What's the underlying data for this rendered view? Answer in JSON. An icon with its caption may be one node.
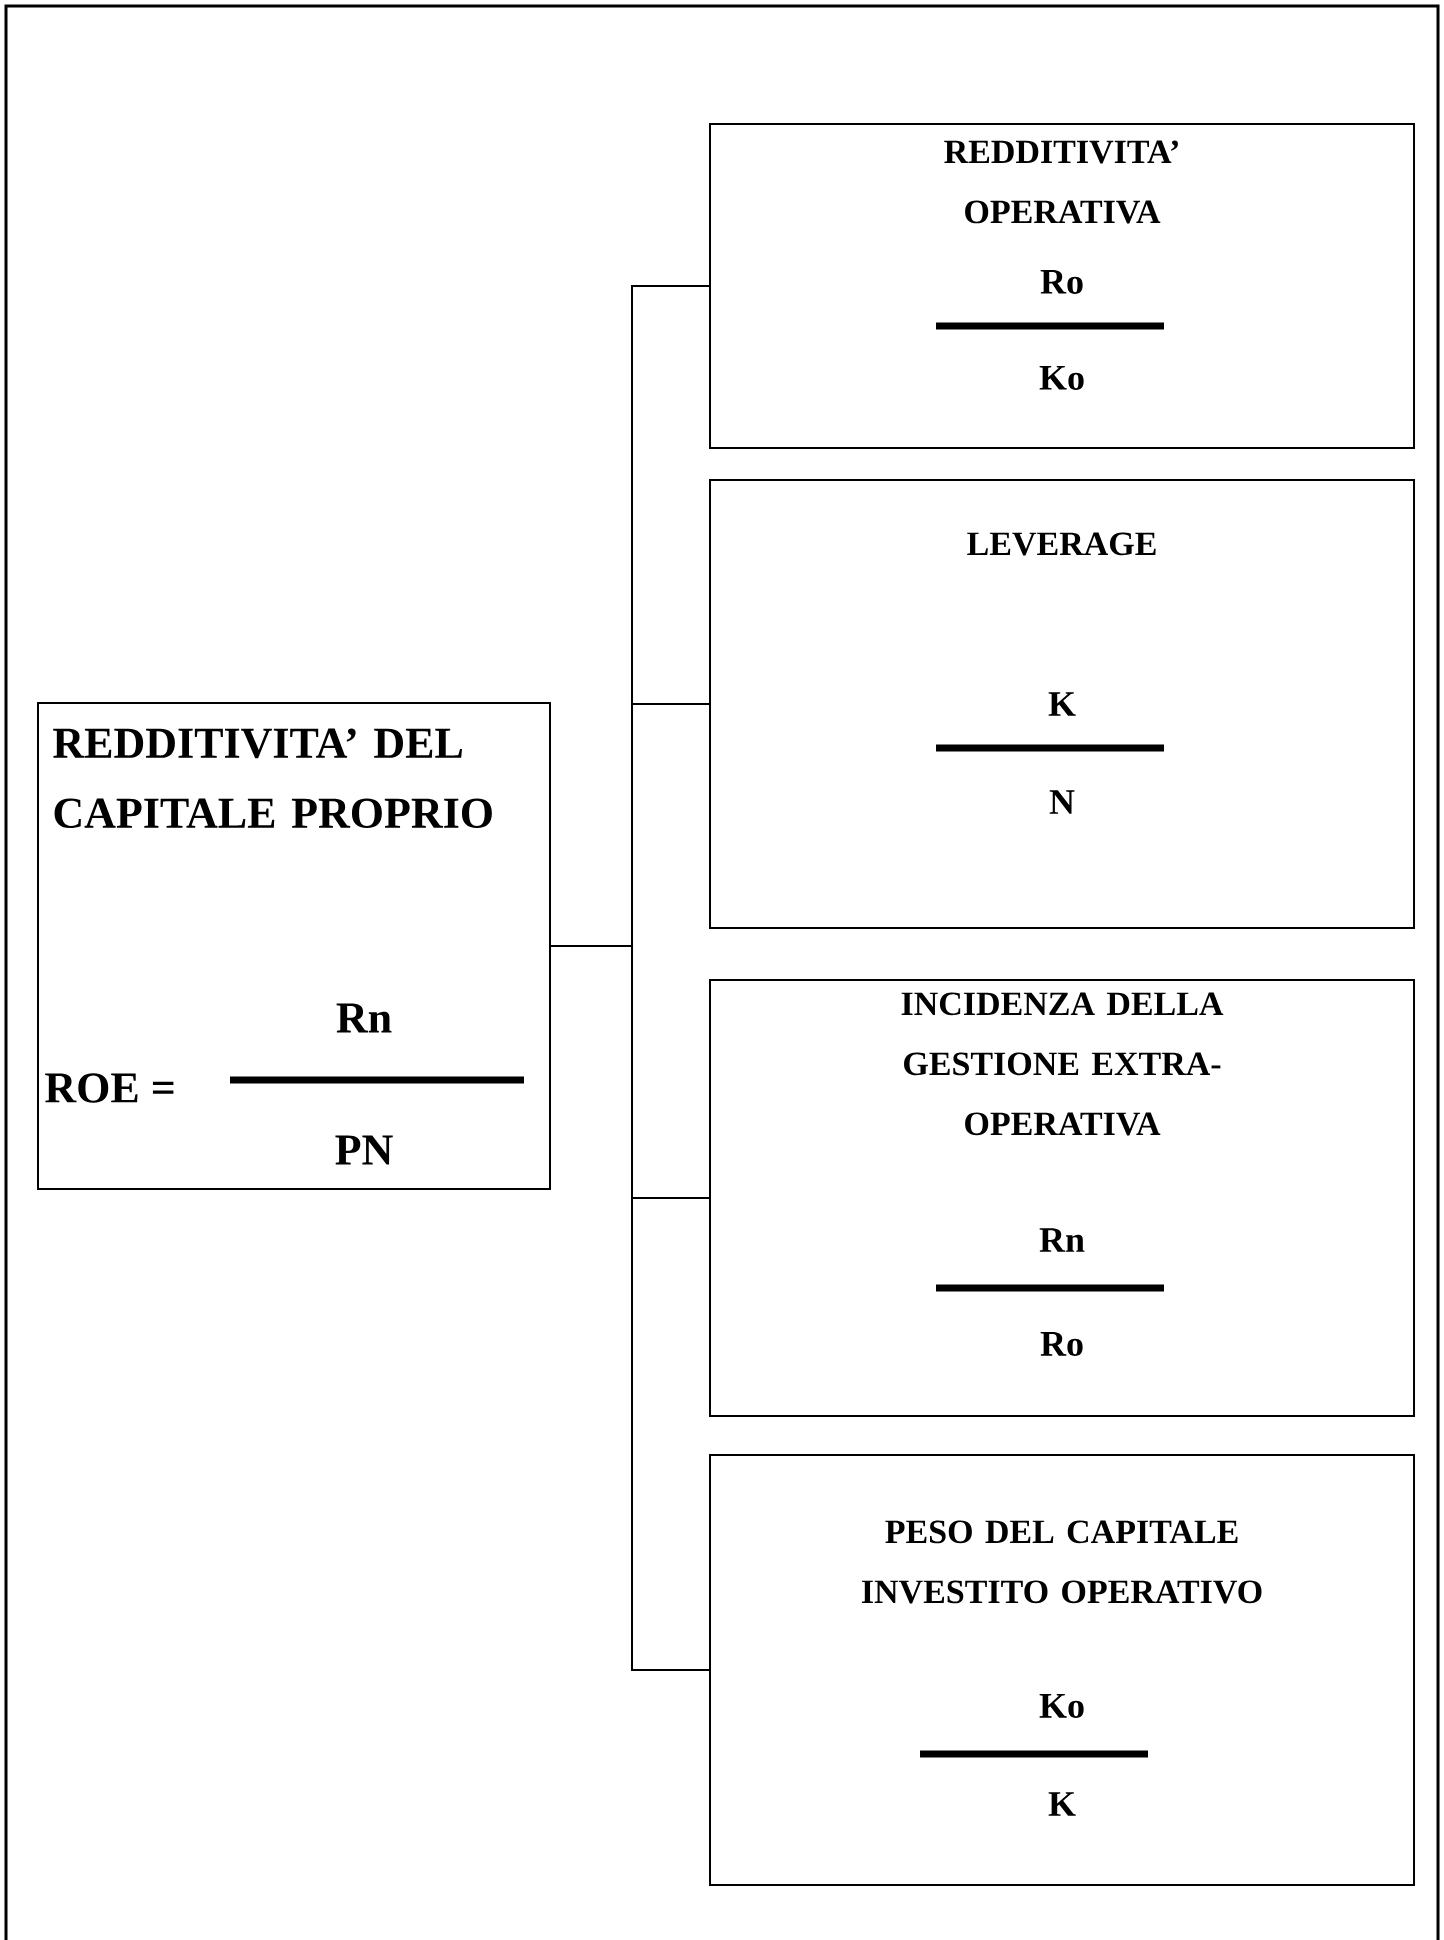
{
  "diagram": {
    "nodes": [
      {
        "text": [
          "REDDITIVITA’ DEL CAPITALE PROPRIO",
          "ROE =",
          "Rn",
          "PN"
        ]
      },
      {
        "text": [
          "REDDITIVITA’ OPERATIVA",
          "Ro",
          "Ko"
        ]
      },
      {
        "text": [
          "LEVERAGE",
          "K",
          "N"
        ]
      },
      {
        "text": [
          "INCIDENZA DELLA GESTIONE EXTRA-OPERATIVA",
          "Rn",
          "Ro"
        ]
      },
      {
        "text": [
          "PESO DEL CAPITALE INVESTITO OPERATIVO",
          "Ko",
          "K"
        ]
      }
    ],
    "edges": [
      {
        "from": 0,
        "to": 1,
        "arrow": "none"
      },
      {
        "from": 0,
        "to": 2,
        "arrow": "none"
      },
      {
        "from": 0,
        "to": 3,
        "arrow": "none"
      },
      {
        "from": 0,
        "to": 4,
        "arrow": "none"
      }
    ]
  }
}
